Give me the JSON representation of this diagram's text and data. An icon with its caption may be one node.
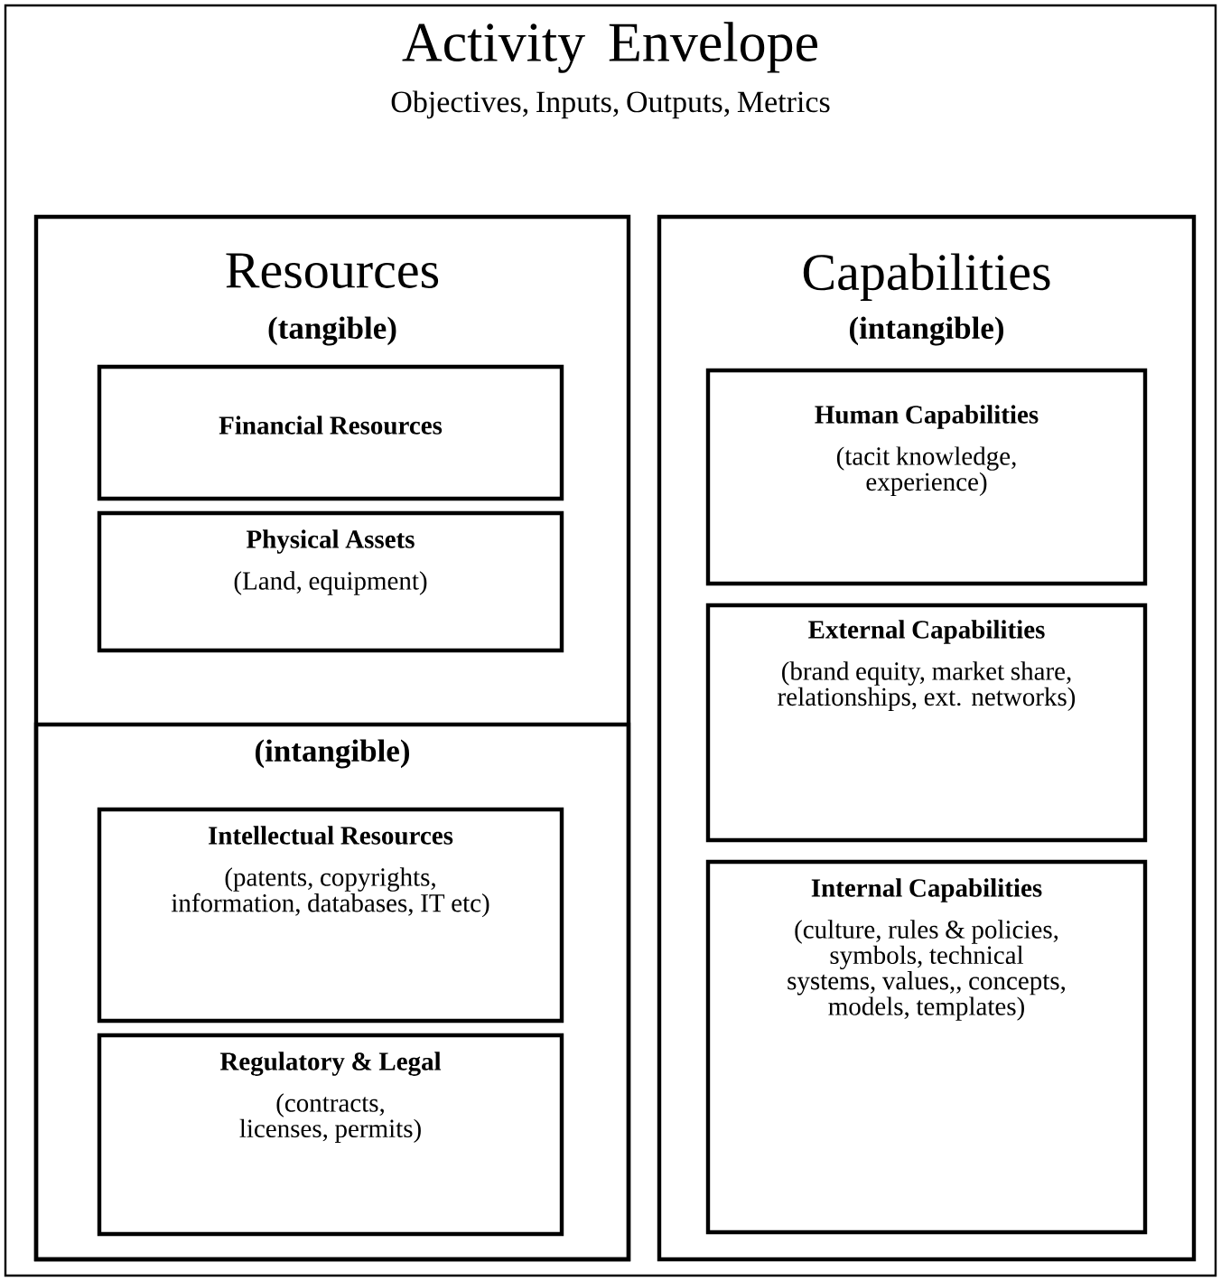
{
  "diagram": {
    "nodes": [
      {
        "text": [
          "Activity Envelope",
          "Objectives, Inputs, Outputs, Metrics"
        ]
      },
      {
        "text": [
          "Resources",
          "(tangible)"
        ],
        "in": 0
      },
      {
        "text": [
          "Financial Resources"
        ],
        "in": 1
      },
      {
        "text": [
          "Physical Assets",
          "(Land, equipment)"
        ],
        "in": 1
      },
      {
        "text": [
          "(intangible)"
        ],
        "in": 1
      },
      {
        "text": [
          "Intellectual Resources",
          "(patents, copyrights, information, databases, IT etc)"
        ],
        "in": 4
      },
      {
        "text": [
          "Regulatory & Legal",
          "(contracts, licenses, permits)"
        ],
        "in": 4
      },
      {
        "text": [
          "Capabilities",
          "(intangible)"
        ],
        "in": 0
      },
      {
        "text": [
          "Human Capabilities",
          "(tacit knowledge, experience)"
        ],
        "in": 7
      },
      {
        "text": [
          "External Capabilities",
          "(brand equity, market share, relationships, ext. networks)"
        ],
        "in": 7
      },
      {
        "text": [
          "Internal Capabilities",
          "(culture, rules & policies, symbols, technical systems, values,, concepts, models, templates)"
        ],
        "in": 7
      }
    ]
  }
}
